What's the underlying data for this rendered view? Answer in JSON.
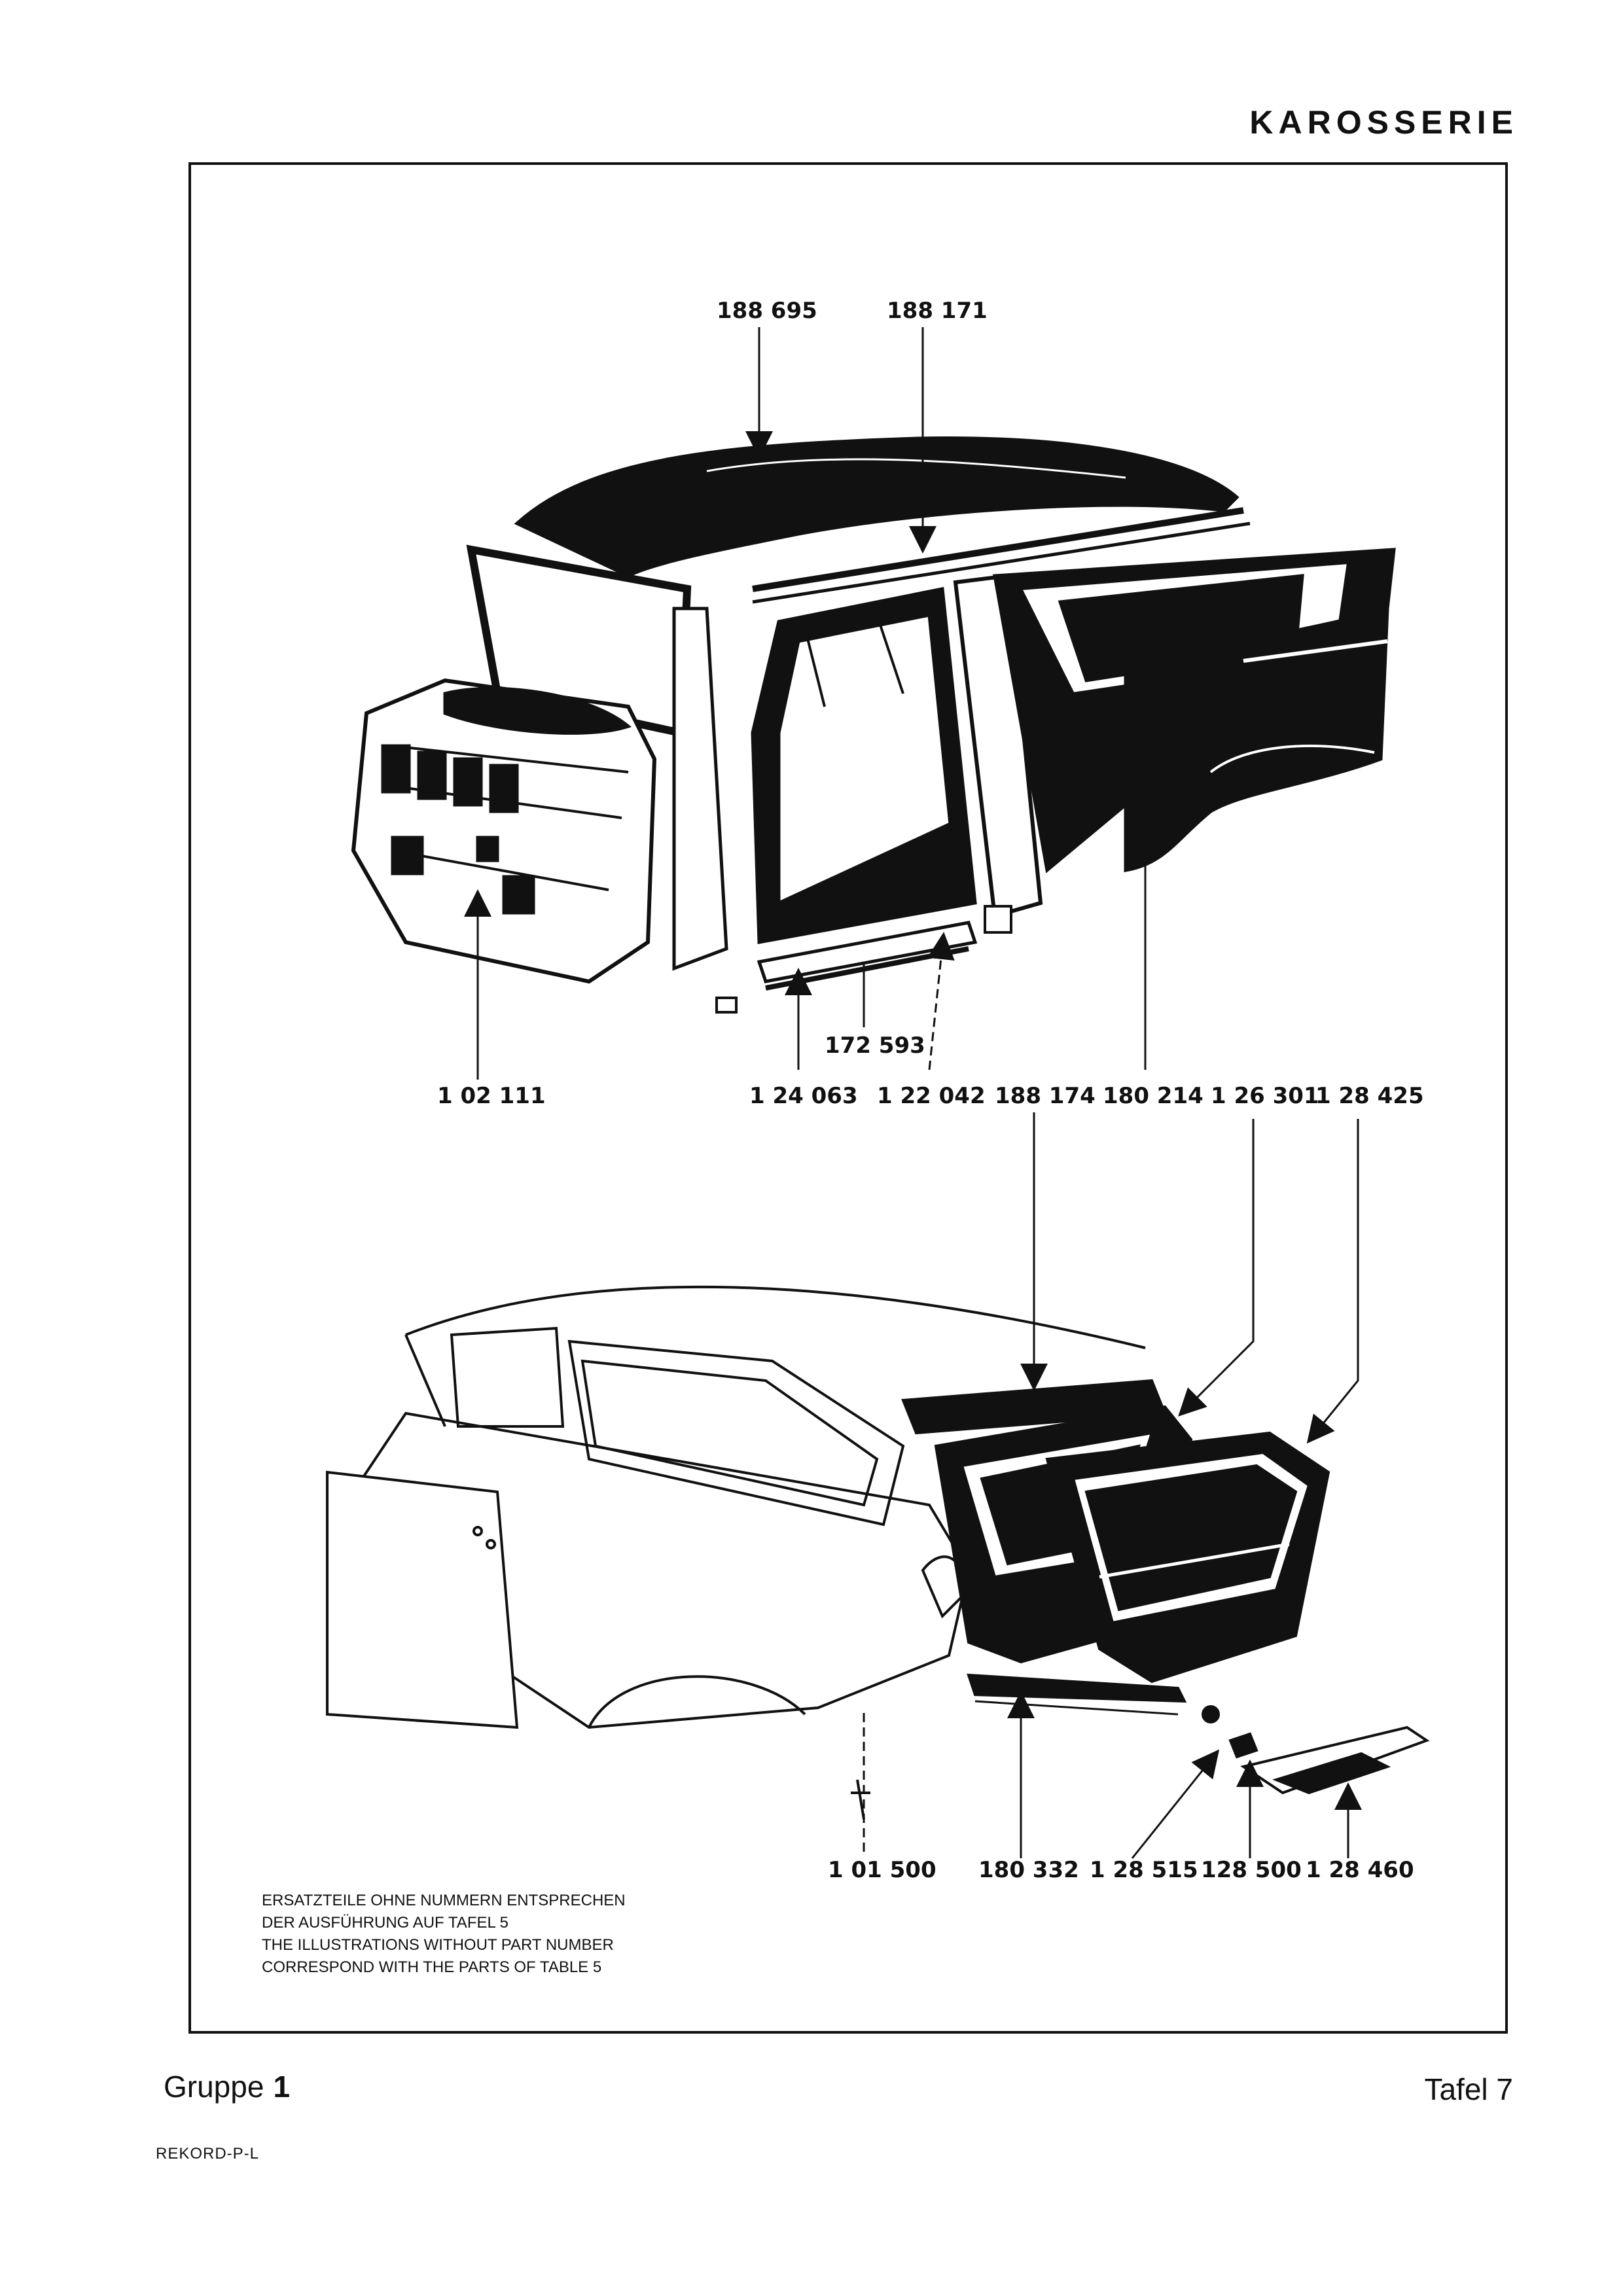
{
  "header": {
    "section_title": "KAROSSERIE"
  },
  "top_diagram": {
    "callouts": {
      "p188695": "188 695",
      "p188171": "188 171",
      "p172593": "172 593",
      "p102111": "1 02 111",
      "p124063": "1 24 063",
      "p122042": "1 22 042",
      "p188174": "188 174",
      "p180214": "180 214",
      "p126301": "1 26 301",
      "p128425": "1 28 425"
    }
  },
  "bottom_diagram": {
    "callouts": {
      "p101500": "1 01 500",
      "p180332": "180 332",
      "p128515": "1 28 515",
      "p128500": "128 500",
      "p128460": "1 28 460"
    }
  },
  "note": {
    "de_line1": "ERSATZTEILE OHNE NUMMERN ENTSPRECHEN",
    "de_line2": "DER AUSFÜHRUNG AUF TAFEL 5",
    "en_line1": "THE ILLUSTRATIONS WITHOUT PART NUMBER",
    "en_line2": "CORRESPOND WITH THE PARTS OF TABLE 5"
  },
  "footer": {
    "group_label": "Gruppe",
    "group_number": "1",
    "table_label": "Tafel 7",
    "model_code": "REKORD-P-L"
  }
}
